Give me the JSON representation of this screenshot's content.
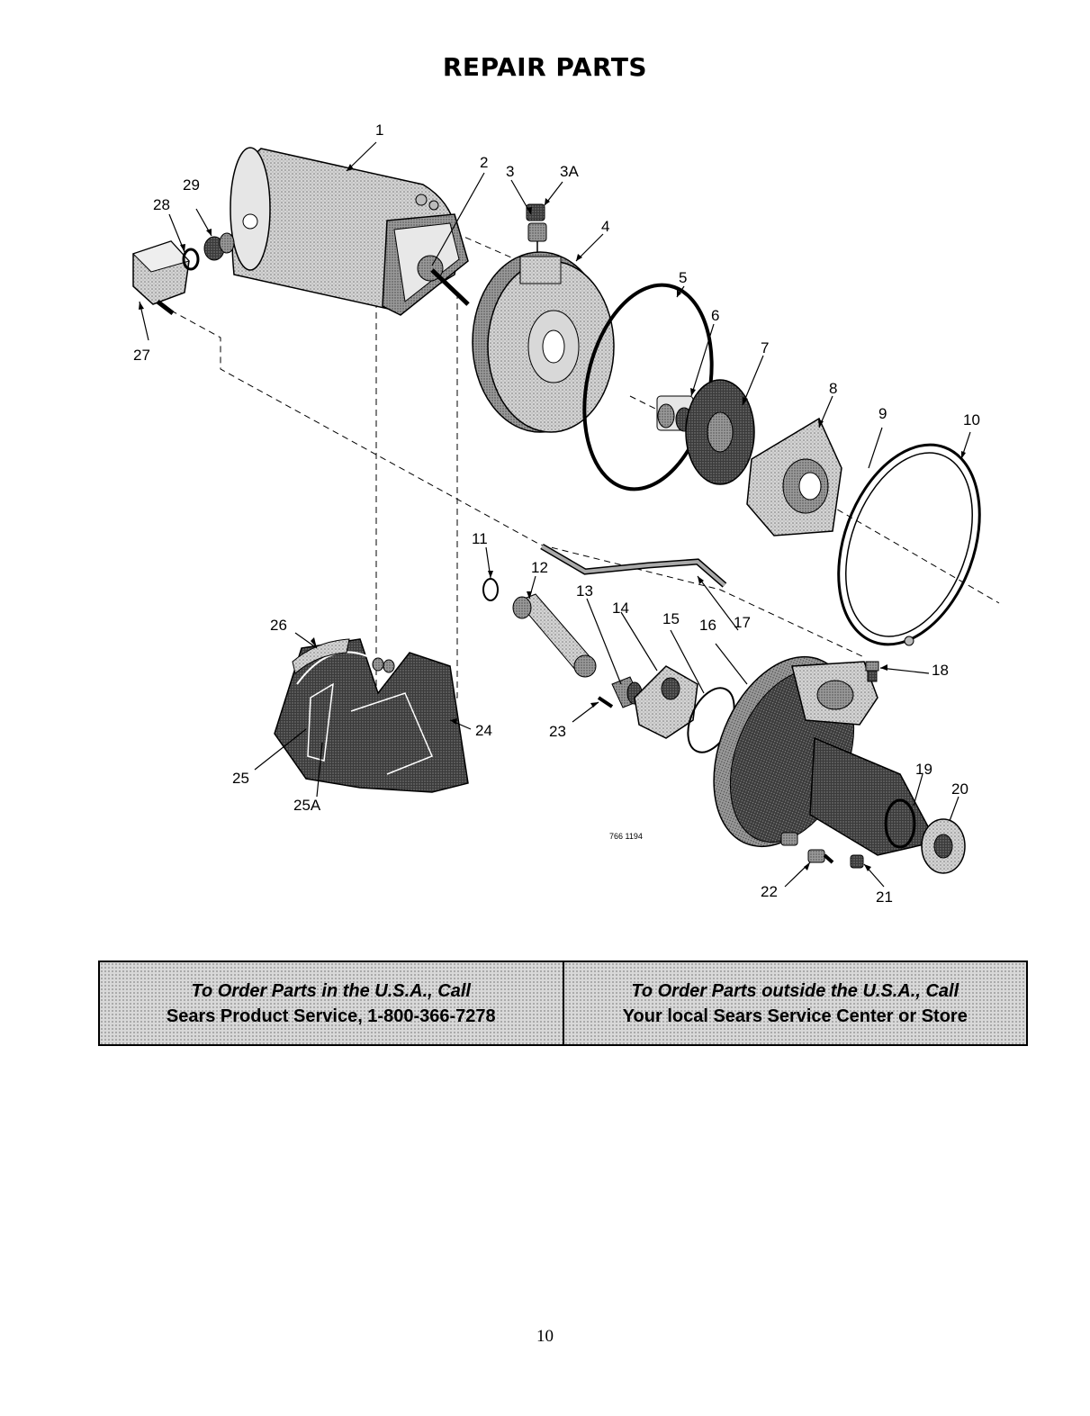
{
  "page": {
    "title": "REPAIR PARTS",
    "page_number": "10"
  },
  "diagram": {
    "drawing_number": "766 1194",
    "callouts": [
      "1",
      "2",
      "3",
      "3A",
      "4",
      "5",
      "6",
      "7",
      "8",
      "9",
      "10",
      "11",
      "12",
      "13",
      "14",
      "15",
      "16",
      "17",
      "18",
      "19",
      "20",
      "21",
      "22",
      "23",
      "24",
      "25",
      "25A",
      "26",
      "27",
      "28",
      "29"
    ]
  },
  "order_info": {
    "usa": {
      "line1": "To Order Parts in the U.S.A., Call",
      "line2": "Sears Product Service, 1-800-366-7278"
    },
    "outside_usa": {
      "line1": "To Order Parts outside the U.S.A., Call",
      "line2": "Your local Sears Service Center or Store"
    }
  }
}
